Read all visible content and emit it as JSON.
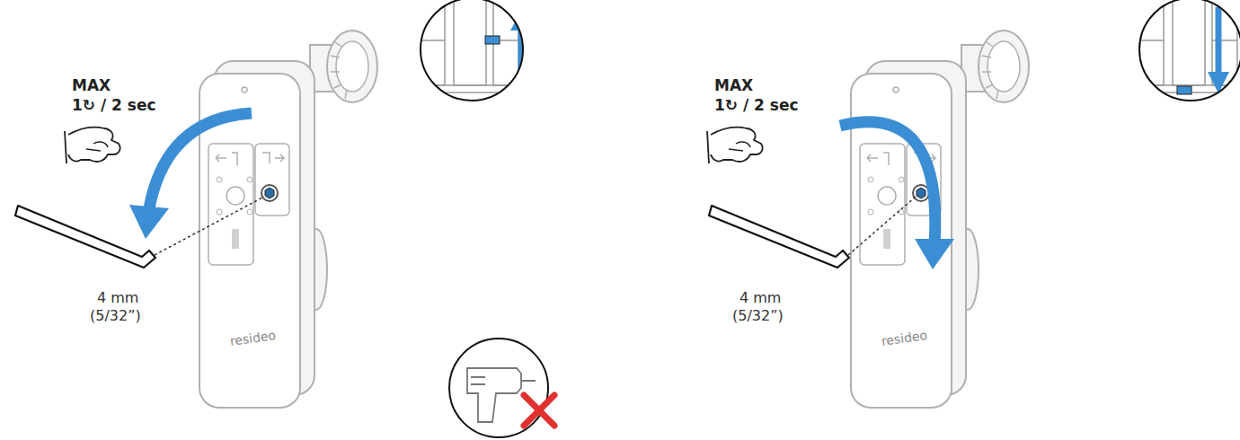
{
  "diagram": {
    "labels": [
      "MAX",
      "1↻ / 2 sec",
      "4 mm",
      "(5/32”)",
      "resideo",
      "MAX",
      "1↻ / 2 sec",
      "4 mm",
      "(5/32”)",
      "resideo"
    ]
  }
}
